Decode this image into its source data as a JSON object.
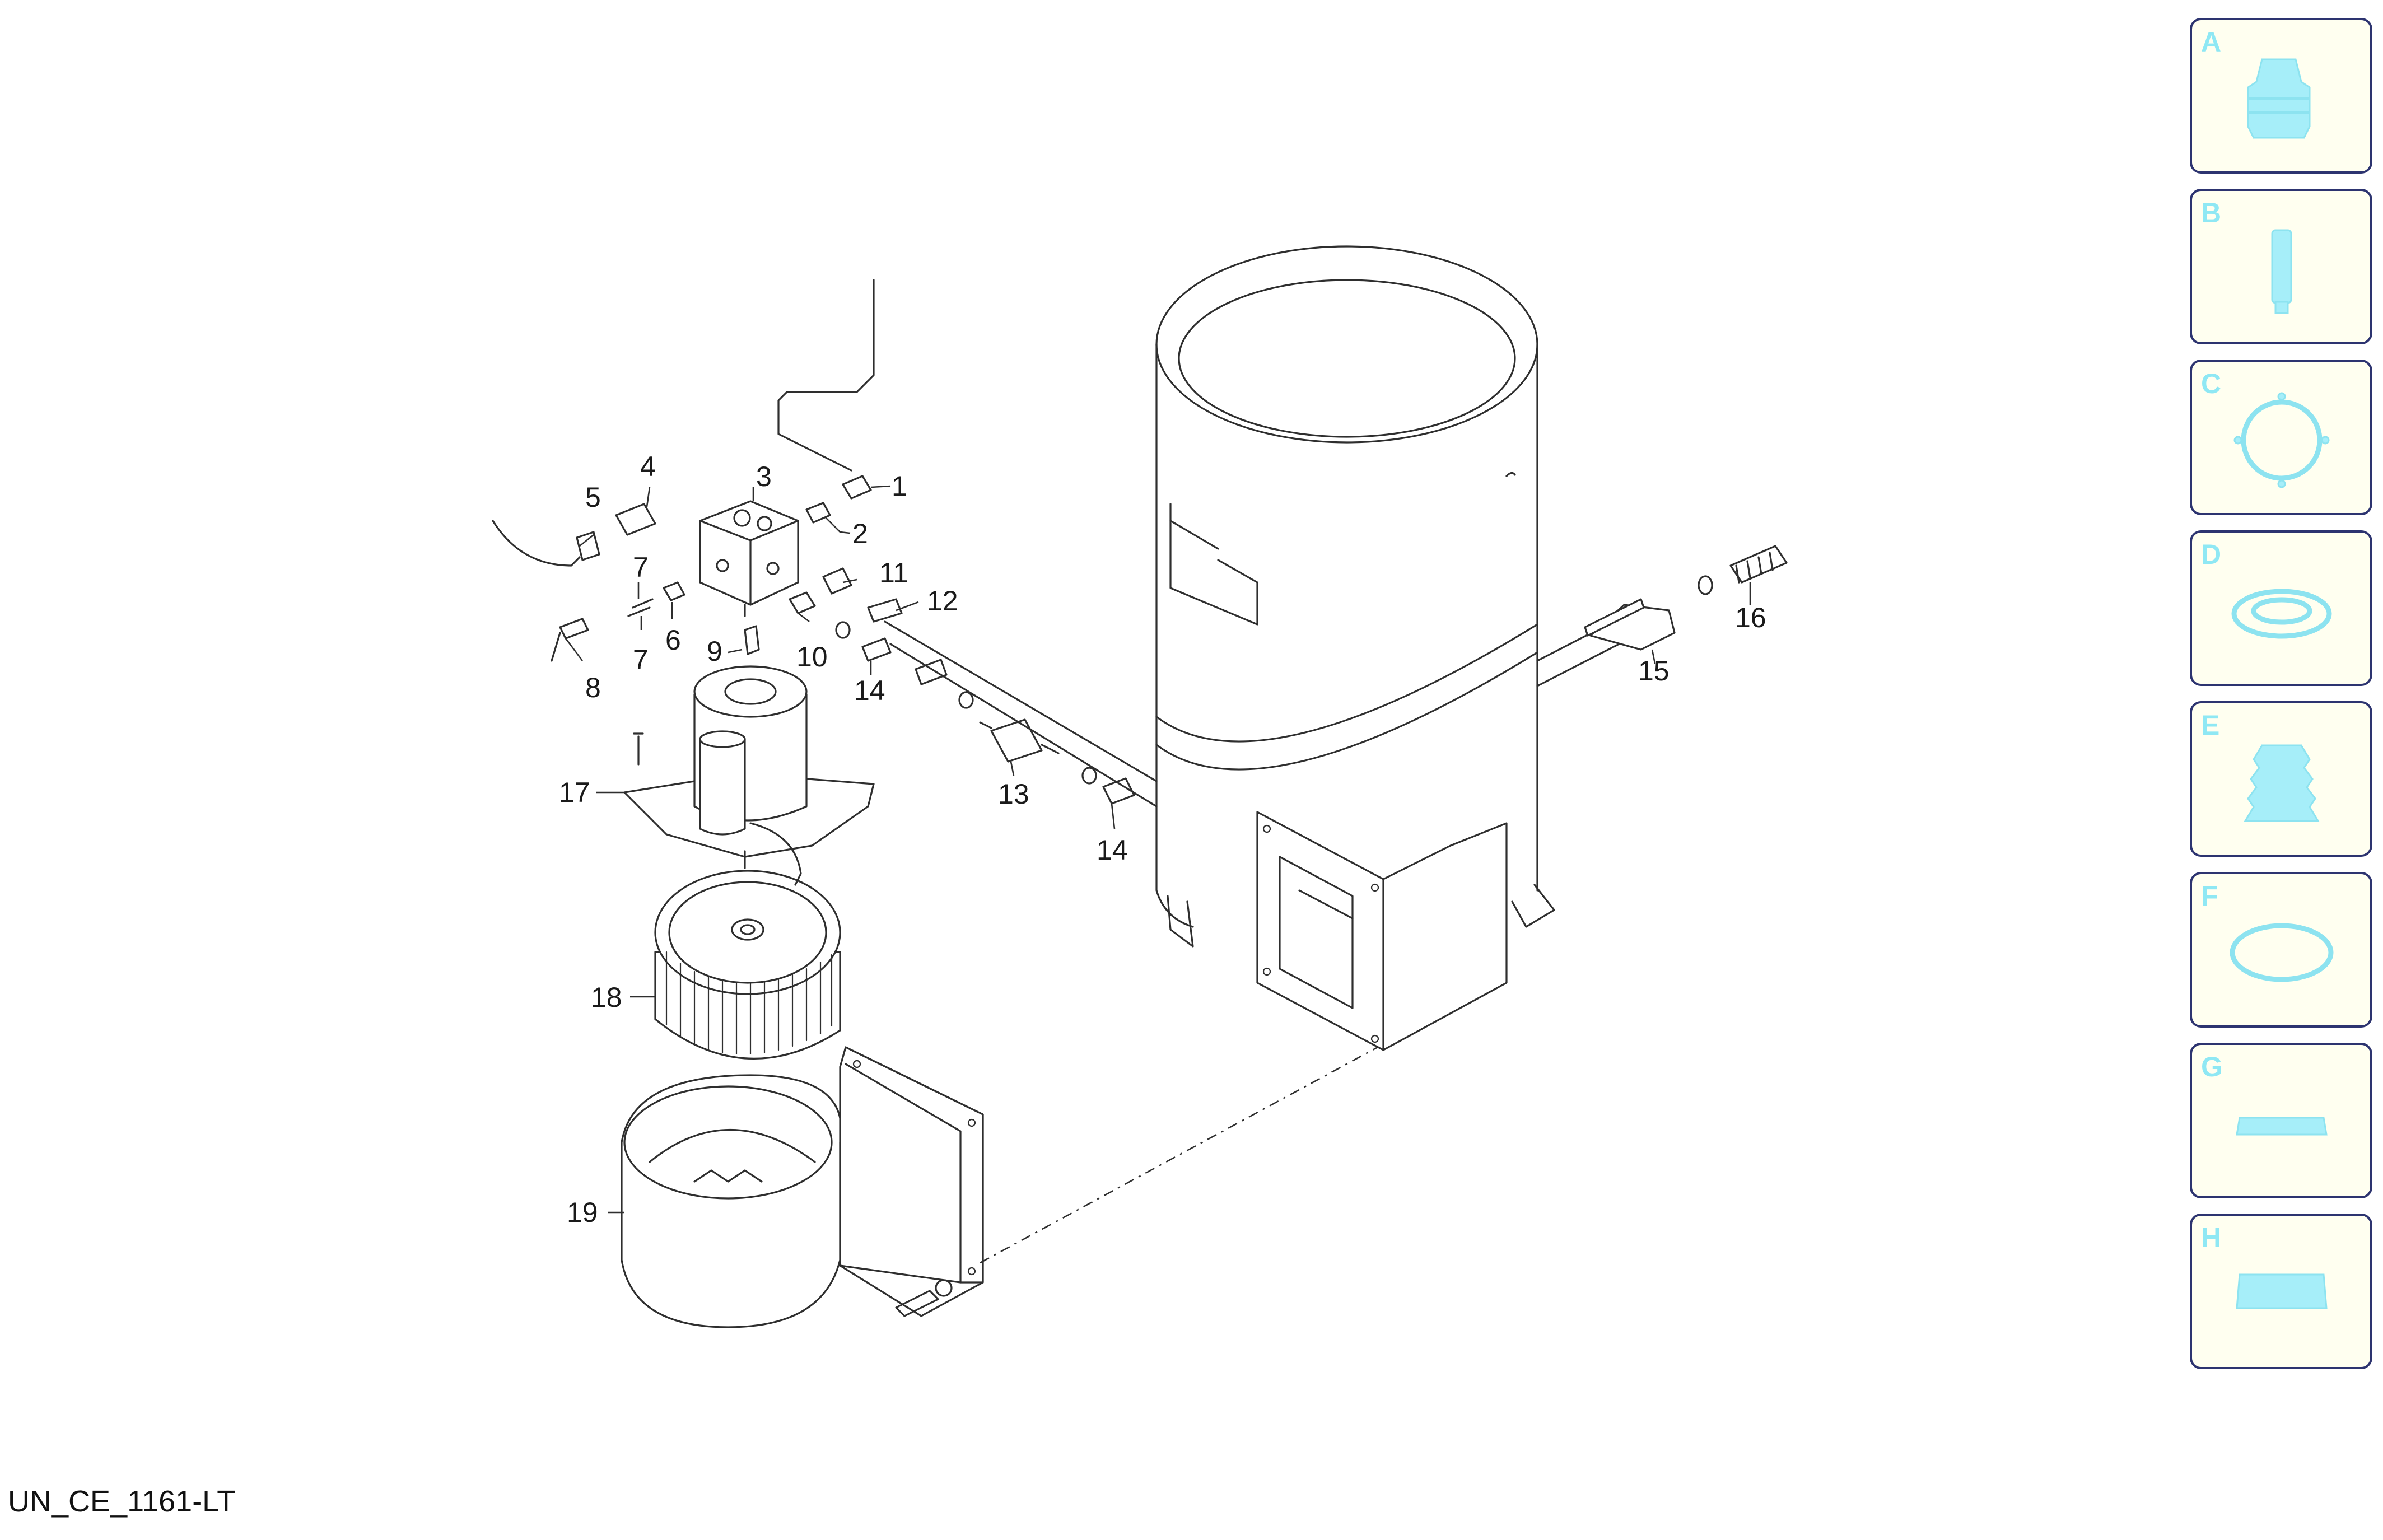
{
  "drawing": {
    "code": "UN_CE_1161-LT",
    "callouts": [
      {
        "id": "1",
        "label": "1"
      },
      {
        "id": "2",
        "label": "2"
      },
      {
        "id": "3",
        "label": "3"
      },
      {
        "id": "4",
        "label": "4"
      },
      {
        "id": "5",
        "label": "5"
      },
      {
        "id": "6",
        "label": "6"
      },
      {
        "id": "7a",
        "label": "7"
      },
      {
        "id": "7b",
        "label": "7"
      },
      {
        "id": "8",
        "label": "8"
      },
      {
        "id": "9",
        "label": "9"
      },
      {
        "id": "10",
        "label": "10"
      },
      {
        "id": "11",
        "label": "11"
      },
      {
        "id": "12",
        "label": "12"
      },
      {
        "id": "13",
        "label": "13"
      },
      {
        "id": "14a",
        "label": "14"
      },
      {
        "id": "14b",
        "label": "14"
      },
      {
        "id": "15",
        "label": "15"
      },
      {
        "id": "16",
        "label": "16"
      },
      {
        "id": "17",
        "label": "17"
      },
      {
        "id": "18",
        "label": "18"
      },
      {
        "id": "19",
        "label": "19"
      }
    ]
  },
  "sidebar": {
    "thumbnails": [
      {
        "letter": "A",
        "icon": "nozzle-icon"
      },
      {
        "letter": "B",
        "icon": "cylinder-filter-icon"
      },
      {
        "letter": "C",
        "icon": "flange-gasket-icon"
      },
      {
        "letter": "D",
        "icon": "ring-washer-icon"
      },
      {
        "letter": "E",
        "icon": "bellows-icon"
      },
      {
        "letter": "F",
        "icon": "o-ring-icon"
      },
      {
        "letter": "G",
        "icon": "flat-plate-icon"
      },
      {
        "letter": "H",
        "icon": "block-plate-icon"
      }
    ]
  },
  "colors": {
    "thumb_border": "#2d3470",
    "thumb_bg": "#fffff0",
    "icon": "#a6eef9",
    "line": "#2e2e2e"
  }
}
